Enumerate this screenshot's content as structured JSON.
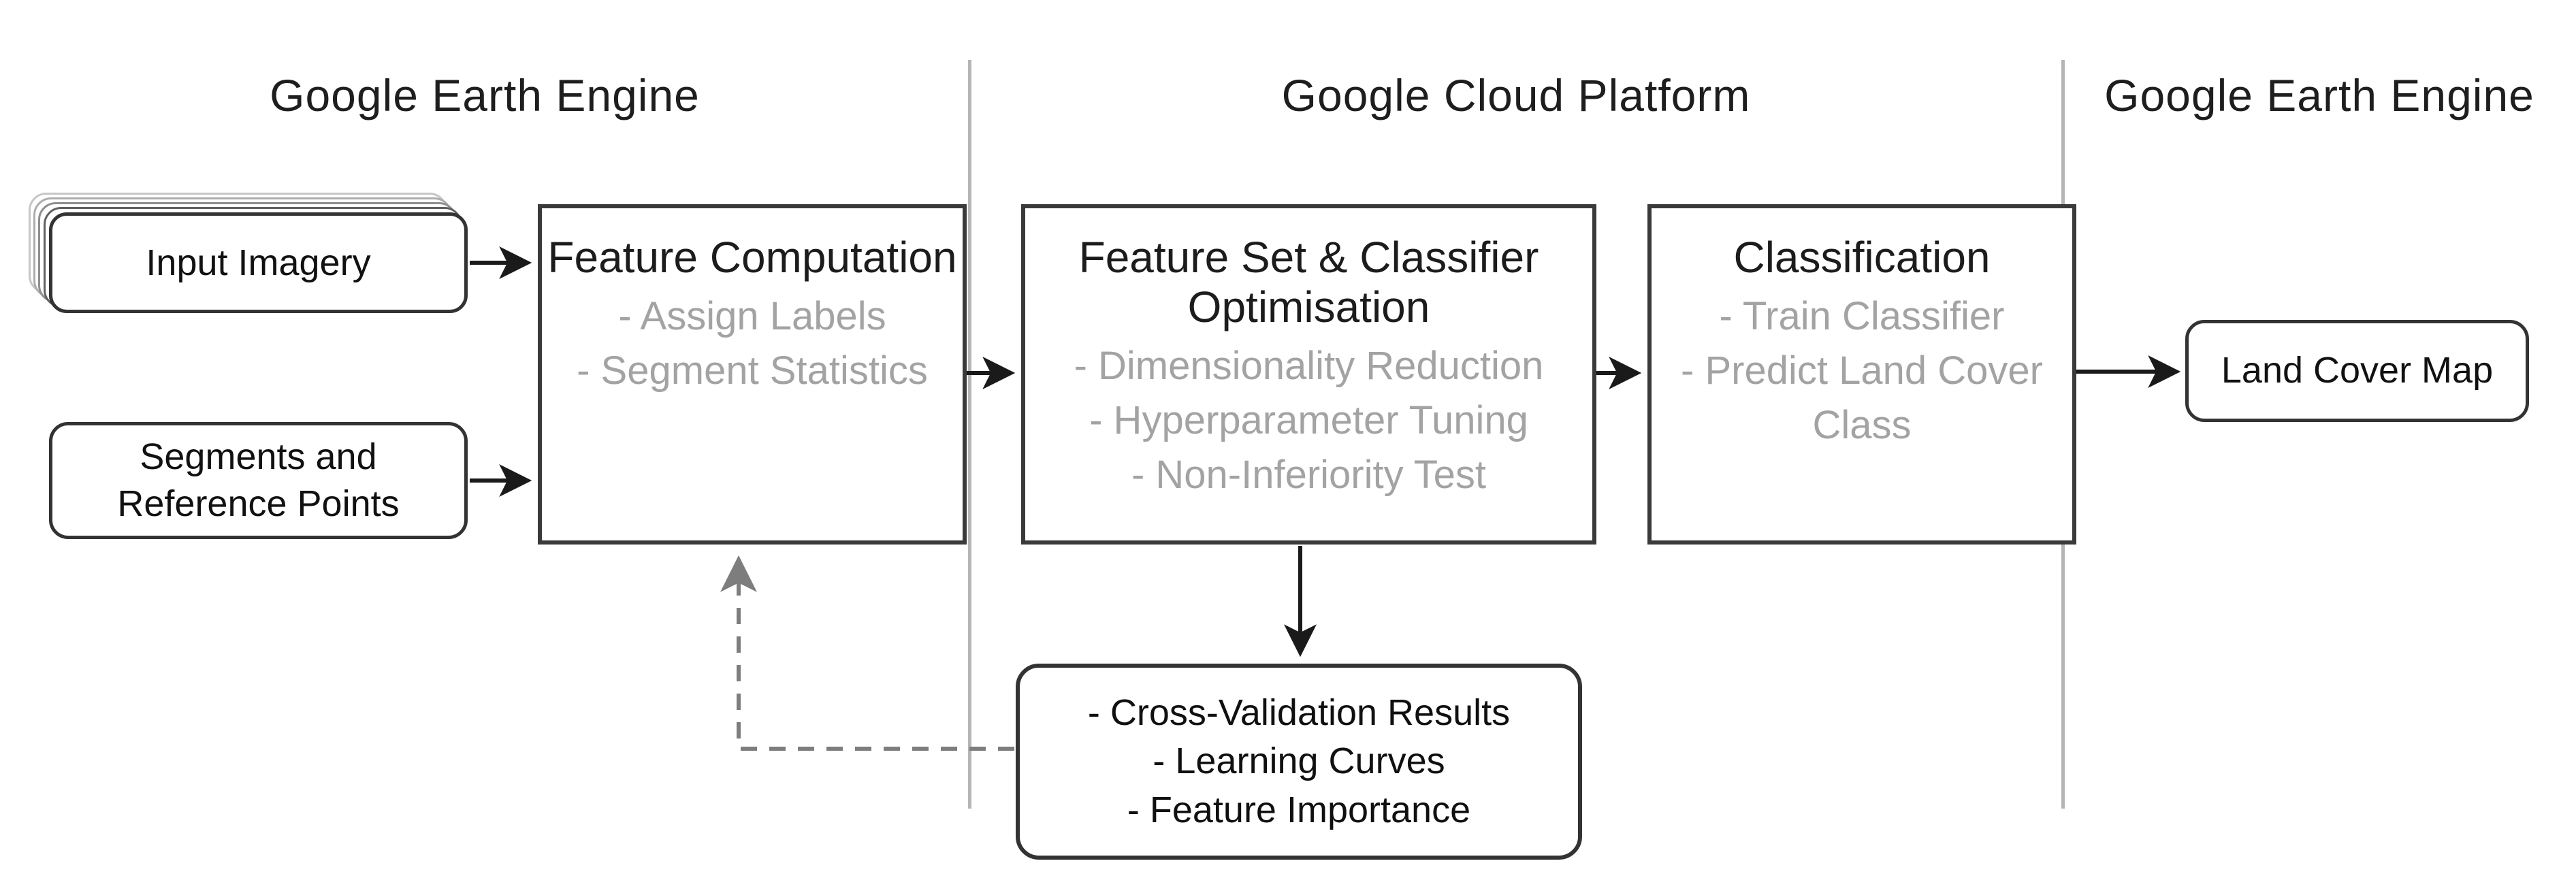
{
  "sections": {
    "left": {
      "label": "Google Earth Engine"
    },
    "middle": {
      "label": "Google Cloud Platform"
    },
    "right": {
      "label": "Google Earth Engine"
    }
  },
  "nodes": {
    "input_imagery": {
      "label": "Input Imagery"
    },
    "segments": {
      "label": "Segments and Reference Points"
    },
    "feature_computation": {
      "title": "Feature Computation",
      "items": [
        "- Assign Labels",
        "- Segment Statistics"
      ]
    },
    "optimisation": {
      "title": "Feature Set & Classifier Optimisation",
      "items": [
        "- Dimensionality Reduction",
        "- Hyperparameter Tuning",
        "- Non-Inferiority Test"
      ]
    },
    "classification": {
      "title": "Classification",
      "items": [
        "- Train Classifier",
        "- Predict Land Cover Class"
      ]
    },
    "land_cover_map": {
      "label": "Land Cover Map"
    },
    "cv_outputs": {
      "items": [
        "- Cross-Validation Results",
        "- Learning Curves",
        "- Feature Importance"
      ]
    }
  },
  "colors": {
    "text": "#1c1c1c",
    "muted_text": "#a3a3a3",
    "box_border": "#3a3a3a",
    "divider": "#b5b5b5",
    "arrow": "#1a1a1a",
    "dashed_arrow": "#7d7d7d",
    "background": "#ffffff"
  }
}
